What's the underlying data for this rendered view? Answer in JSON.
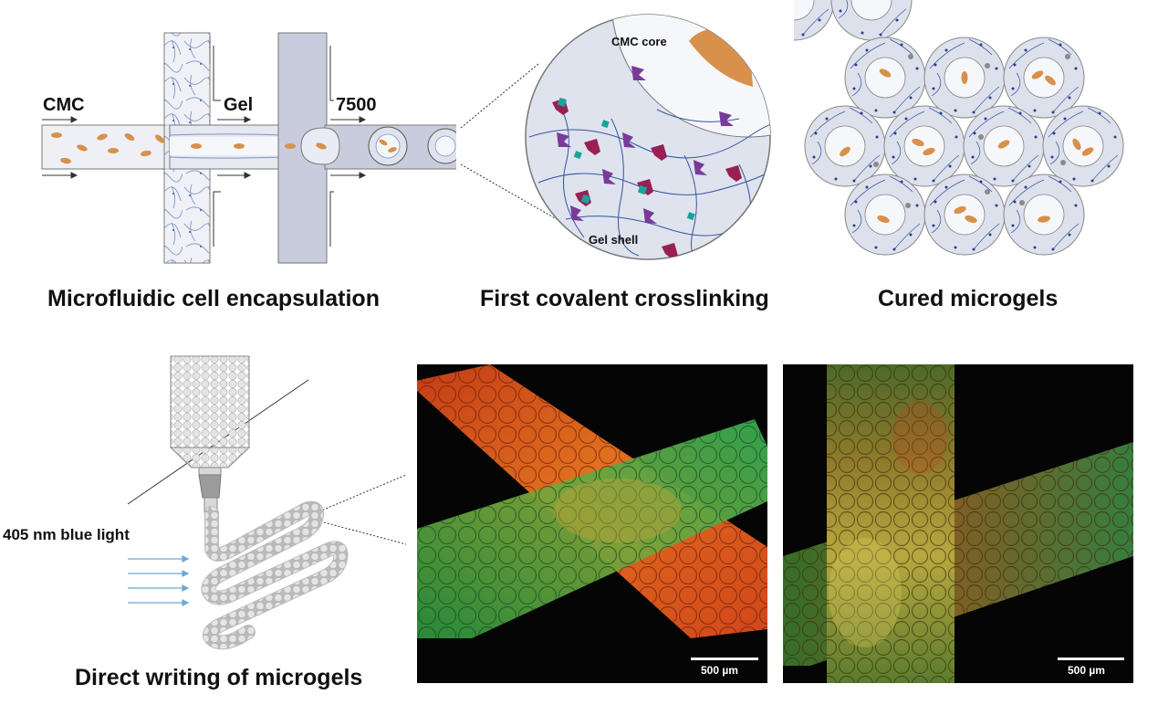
{
  "panels": {
    "microfluidic": {
      "caption": "Microfluidic cell encapsulation",
      "inlet_labels": [
        "CMC",
        "Gel",
        "7500"
      ]
    },
    "crosslinking": {
      "caption": "First covalent crosslinking",
      "core_label": "CMC core",
      "shell_label": "Gel shell"
    },
    "cured": {
      "caption": "Cured microgels"
    },
    "writing": {
      "caption": "Direct writing of microgels",
      "light_label": "405 nm blue light"
    },
    "micrograph_1": {
      "scale_label": "500 µm"
    },
    "micrograph_2": {
      "scale_label": "500 µm"
    }
  },
  "colors": {
    "cell": "#d8904a",
    "fiber": "#5a7bb8",
    "crosslinker_purple": "#7a3a9a",
    "crosslinker_magenta": "#9a1f55",
    "crosslinker_teal": "#1aa39a",
    "shell_fill": "#dde1ec",
    "channel_fill": "#cfd2e0",
    "fluor_red": "#d8421c",
    "fluor_green": "#27a048"
  }
}
